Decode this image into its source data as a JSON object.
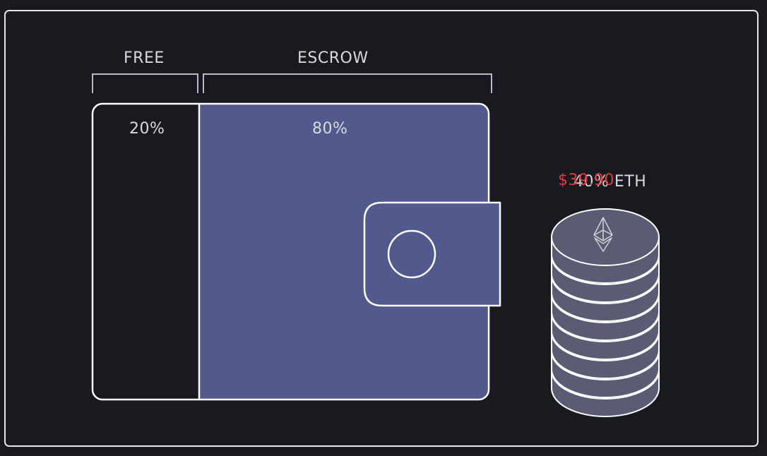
{
  "wallet": {
    "free": {
      "label": "FREE",
      "percent_text": "20%",
      "fraction": 0.2
    },
    "escrow": {
      "label": "ESCROW",
      "percent_text": "80%",
      "fraction": 0.8
    }
  },
  "coins": {
    "eth_text": "40% ETH",
    "usd_text": "$39.90",
    "stack_count": 8,
    "icon": "ethereum-icon"
  },
  "colors": {
    "background": "#181a20",
    "stroke": "#ffffff",
    "escrow_fill": "#52598c",
    "free_fill": "#181a20",
    "coin_fill": "#595c72",
    "label_text": "#d9dae0",
    "usd_text": "#e23b3b"
  }
}
